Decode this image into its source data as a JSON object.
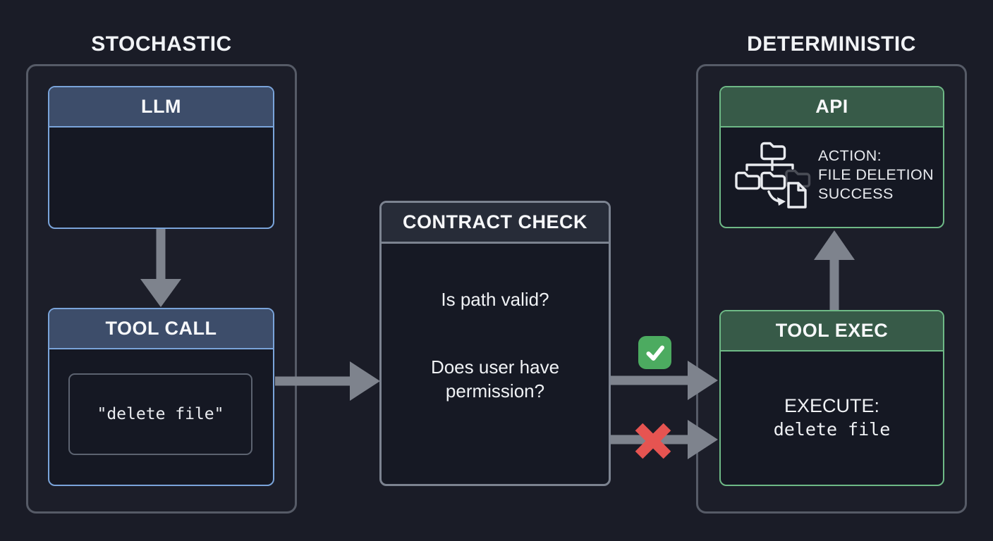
{
  "sections": {
    "stochastic": {
      "title": "STOCHASTIC"
    },
    "deterministic": {
      "title": "DETERMINISTIC"
    }
  },
  "boxes": {
    "llm": {
      "title": "LLM"
    },
    "tool_call": {
      "title": "TOOL CALL",
      "code": "\"delete file\""
    },
    "contract_check": {
      "title": "CONTRACT CHECK",
      "question_1": "Is path valid?",
      "question_2": "Does user have permission?"
    },
    "api": {
      "title": "API",
      "action_line_1": "ACTION:",
      "action_line_2": "FILE DELETION",
      "action_line_3": "SUCCESS"
    },
    "tool_exec": {
      "title": "TOOL EXEC",
      "label": "EXECUTE:",
      "code": "delete file"
    }
  },
  "icons": {
    "pass": "check-icon",
    "fail": "cross-icon",
    "api_illustration": "folder-tree-file-icon"
  },
  "colors": {
    "background": "#1a1c27",
    "panel_border": "#565b67",
    "blue_border": "#7aa4da",
    "blue_header": "#3d4d6a",
    "green_border": "#6eb986",
    "green_header": "#375a48",
    "gray_border": "#7c8390",
    "gray_header": "#272c38",
    "box_body": "#151823",
    "arrow": "#7e838d",
    "pass_green": "#4cab60",
    "fail_red": "#e65451",
    "text": "#f0f2f5"
  }
}
